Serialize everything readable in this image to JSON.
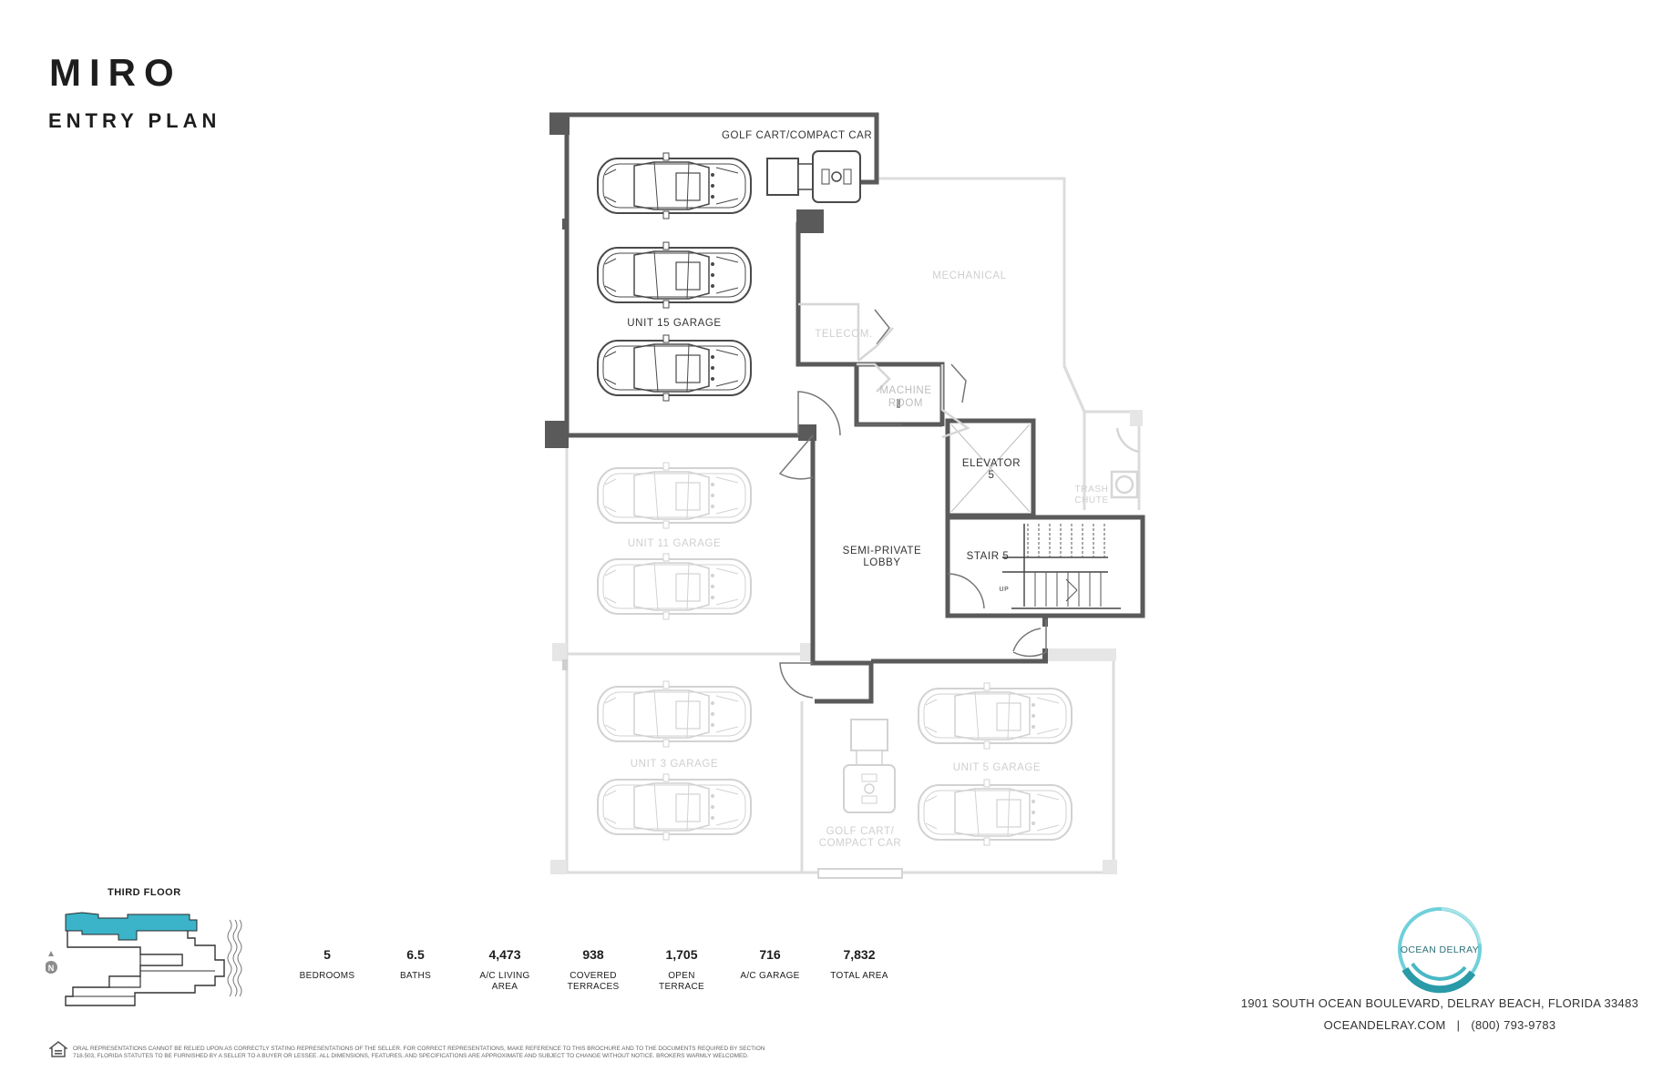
{
  "header": {
    "title": "MIRO",
    "subtitle": "ENTRY PLAN"
  },
  "plan_labels": {
    "golf_cart_top": "GOLF CART/COMPACT CAR",
    "unit15_garage": "UNIT 15 GARAGE",
    "mechanical": "MECHANICAL",
    "telecom": "TELECOM.",
    "machine_room_1": "MACHINE",
    "machine_room_2": "ROOM",
    "elevator_1": "ELEVATOR",
    "elevator_2": "5",
    "trash_1": "TRASH",
    "trash_2": "CHUTE",
    "unit11_garage": "UNIT 11 GARAGE",
    "lobby_1": "SEMI-PRIVATE",
    "lobby_2": "LOBBY",
    "stair": "STAIR 5",
    "up": "UP",
    "unit3_garage": "UNIT 3 GARAGE",
    "unit5_garage": "UNIT 5 GARAGE",
    "golf_cart_bottom_1": "GOLF CART/",
    "golf_cart_bottom_2": "COMPACT CAR"
  },
  "key_plan": {
    "title": "THIRD FLOOR",
    "north": "N",
    "highlight_color": "#3bb3c8"
  },
  "stats": [
    {
      "value": "5",
      "label": "BEDROOMS"
    },
    {
      "value": "6.5",
      "label": "BATHS"
    },
    {
      "value": "4,473",
      "label": "A/C LIVING AREA"
    },
    {
      "value": "938",
      "label": "COVERED TERRACES"
    },
    {
      "value": "1,705",
      "label": "OPEN TERRACE"
    },
    {
      "value": "716",
      "label": "A/C GARAGE"
    },
    {
      "value": "7,832",
      "label": "TOTAL AREA"
    }
  ],
  "brand": {
    "logo_text": "OCEAN DELRAY",
    "address": "1901 SOUTH OCEAN BOULEVARD, DELRAY BEACH, FLORIDA 33483",
    "website": "OCEANDELRAY.COM",
    "separator": "|",
    "phone": "(800) 793-9783",
    "accent_color": "#2fa9b7"
  },
  "disclaimer": "ORAL REPRESENTATIONS CANNOT BE RELIED UPON AS CORRECTLY STATING REPRESENTATIONS OF THE SELLER. FOR CORRECT REPRESENTATIONS, MAKE REFERENCE TO THIS BROCHURE AND TO THE DOCUMENTS REQUIRED BY SECTION 718.503, FLORIDA STATUTES TO BE FURNISHED BY A SELLER TO A BUYER OR LESSEE. All dimensions, features, and specifications are approximate and subject to change without notice. Brokers warmly welcomed."
}
